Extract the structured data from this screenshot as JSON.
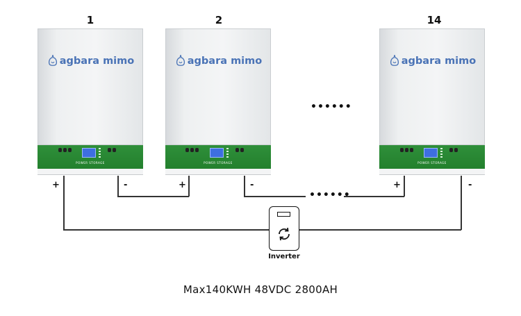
{
  "battery_numbers": [
    "1",
    "2",
    "14"
  ],
  "brand": "agbara mimo",
  "panel_label": "POWER STORAGE",
  "polarity": {
    "positive": "+",
    "negative": "-"
  },
  "ellipsis": "••••••",
  "inverter_label": "Inverter",
  "spec": "Max140KWH 48VDC 2800AH",
  "colors": {
    "panel_green": "#23802d",
    "brand_blue": "#4a73b6",
    "lcd_blue": "#3e6fe0",
    "wire": "#333333"
  }
}
